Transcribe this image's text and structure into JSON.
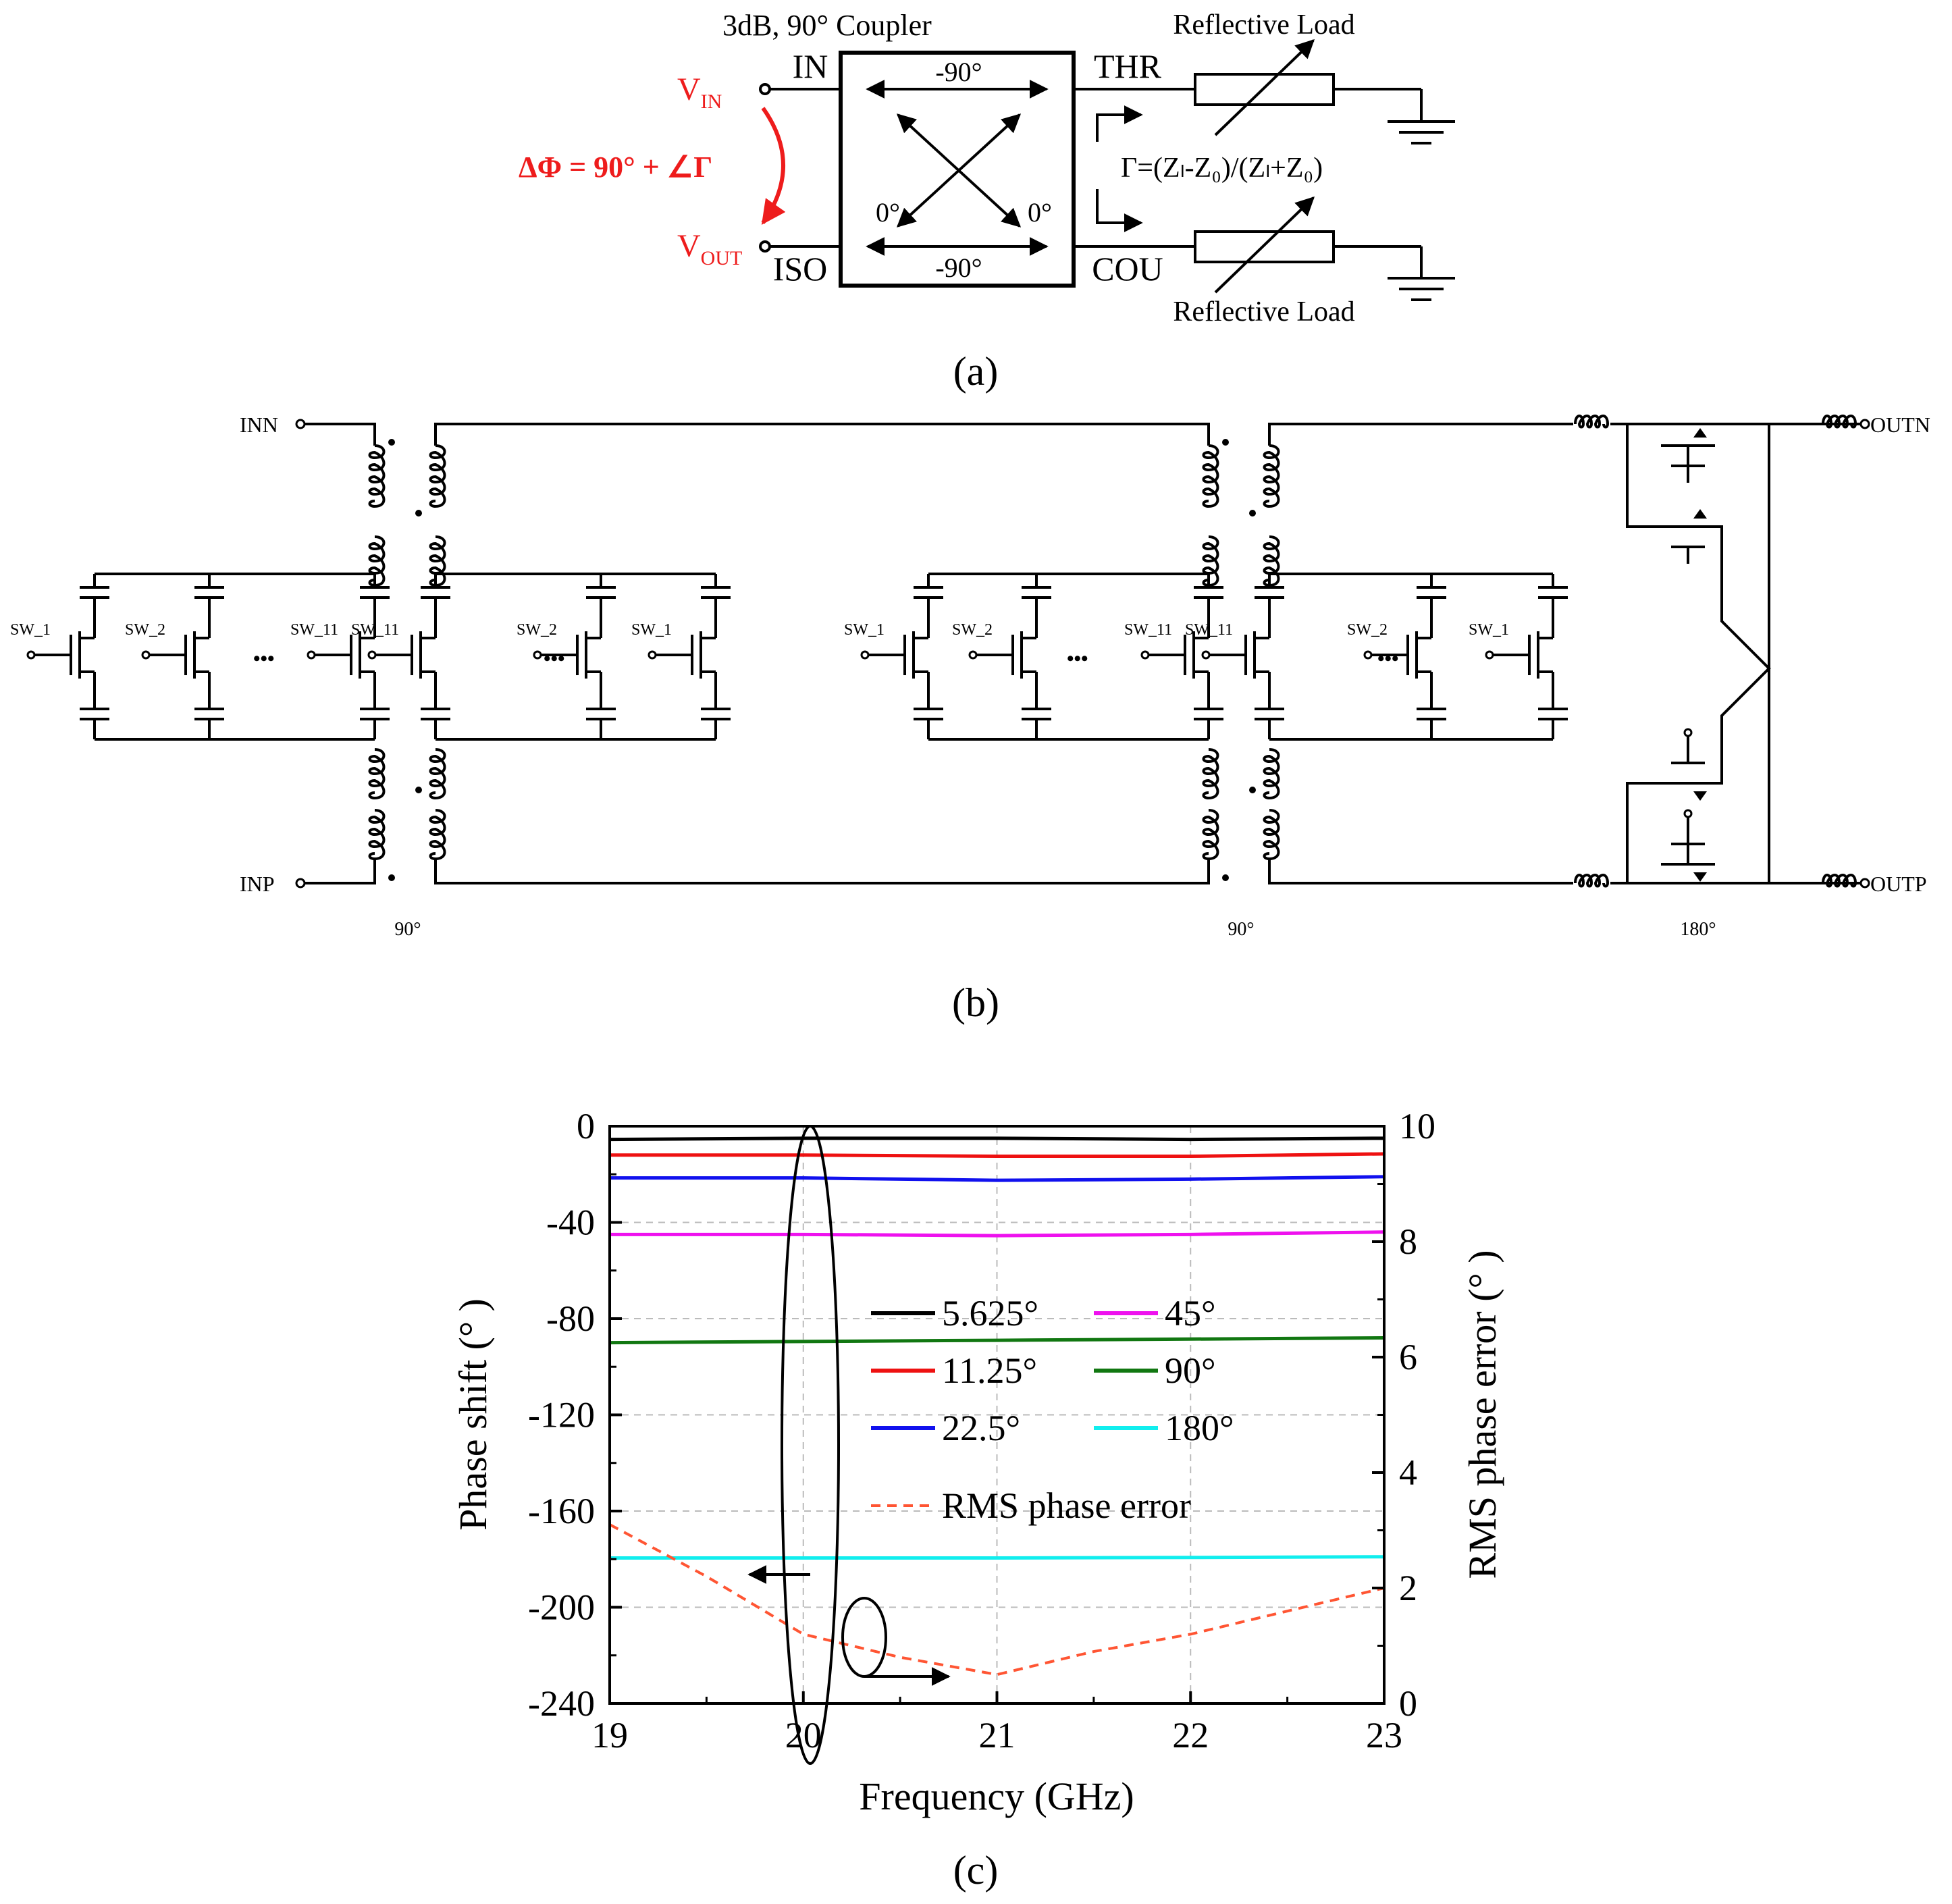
{
  "panel_a": {
    "caption": "(a)",
    "coupler_title": "3dB, 90°  Coupler",
    "port_in": "IN",
    "port_iso": "ISO",
    "port_thr": "THR",
    "port_cou": "COU",
    "phase_top": "-90°",
    "phase_bottom": "-90°",
    "phase_left": "0°",
    "phase_right": "0°",
    "vin": "V",
    "vin_sub": "IN",
    "vout": "V",
    "vout_sub": "OUT",
    "delta_phi": "ΔΦ = 90°  + ∠Γ",
    "gamma_formula": "Γ=(Zₗ-Z₀)/(Zₗ+Z₀)",
    "load_top": "Reflective Load",
    "load_bottom": "Reflective Load",
    "accent_color": "#ee1c1c"
  },
  "panel_b": {
    "caption": "(b)",
    "inn": "INN",
    "inp": "INP",
    "outn": "OUTN",
    "outp": "OUTP",
    "stage1_phase": "90°",
    "stage2_phase": "90°",
    "stage3_phase": "180°",
    "sw_labels_left": [
      "SW_1",
      "SW_2",
      "SW_11"
    ],
    "sw_labels_right": [
      "SW_11",
      "SW_2",
      "SW_1"
    ],
    "ellipsis": "•••"
  },
  "panel_c": {
    "caption": "(c)"
  },
  "chart_data": {
    "type": "line",
    "xlabel": "Frequency  (GHz)",
    "ylabel": "Phase shift (° )",
    "y2label": "RMS phase error (° )",
    "xlim": [
      19,
      23
    ],
    "ylim": [
      -240,
      0
    ],
    "y2lim": [
      0,
      10
    ],
    "xticks": [
      19,
      20,
      21,
      22,
      23
    ],
    "yticks": [
      0,
      -40,
      -80,
      -120,
      -160,
      -200,
      -240
    ],
    "y2ticks": [
      0,
      2,
      4,
      6,
      8,
      10
    ],
    "grid": true,
    "legend_position": "center",
    "x": [
      19,
      20,
      21,
      22,
      23
    ],
    "series": [
      {
        "name": "5.625°",
        "color": "#000000",
        "axis": "left",
        "values": [
          -5.5,
          -5,
          -5,
          -5.5,
          -5
        ]
      },
      {
        "name": "11.25°",
        "color": "#ee1111",
        "axis": "left",
        "values": [
          -12,
          -12,
          -12.5,
          -12.5,
          -11.5
        ]
      },
      {
        "name": "22.5°",
        "color": "#1111ee",
        "axis": "left",
        "values": [
          -21.5,
          -21.5,
          -22.5,
          -22,
          -21
        ]
      },
      {
        "name": "45°",
        "color": "#ee11ee",
        "axis": "left",
        "values": [
          -45,
          -45,
          -45.5,
          -45,
          -44
        ]
      },
      {
        "name": "90°",
        "color": "#117711",
        "axis": "left",
        "values": [
          -90,
          -89.5,
          -89,
          -88.5,
          -88
        ]
      },
      {
        "name": "180°",
        "color": "#11eeee",
        "axis": "left",
        "values": [
          -179.5,
          -179.5,
          -179.5,
          -179.3,
          -179
        ]
      },
      {
        "name": "RMS phase error",
        "color": "#ff5533",
        "axis": "right",
        "dashed": true,
        "x": [
          19,
          19.5,
          20,
          20.5,
          21,
          21.5,
          22,
          22.5,
          23
        ],
        "values": [
          3.1,
          2.2,
          1.2,
          0.8,
          0.5,
          0.9,
          1.2,
          1.6,
          2.0
        ]
      }
    ]
  }
}
